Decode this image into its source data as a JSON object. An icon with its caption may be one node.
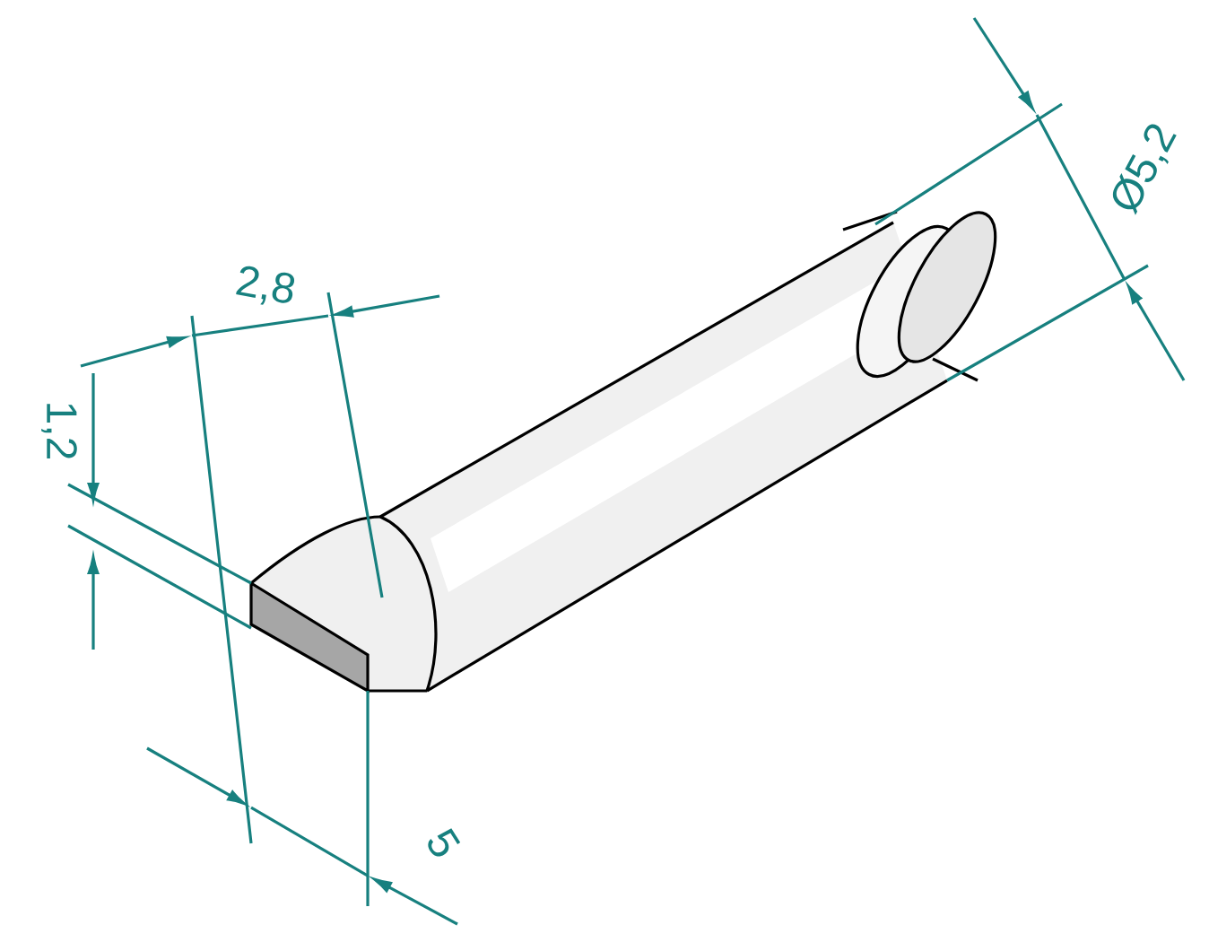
{
  "diagram": {
    "labels": [
      "2,8",
      "1,2",
      "Ø5,2",
      "5"
    ]
  }
}
